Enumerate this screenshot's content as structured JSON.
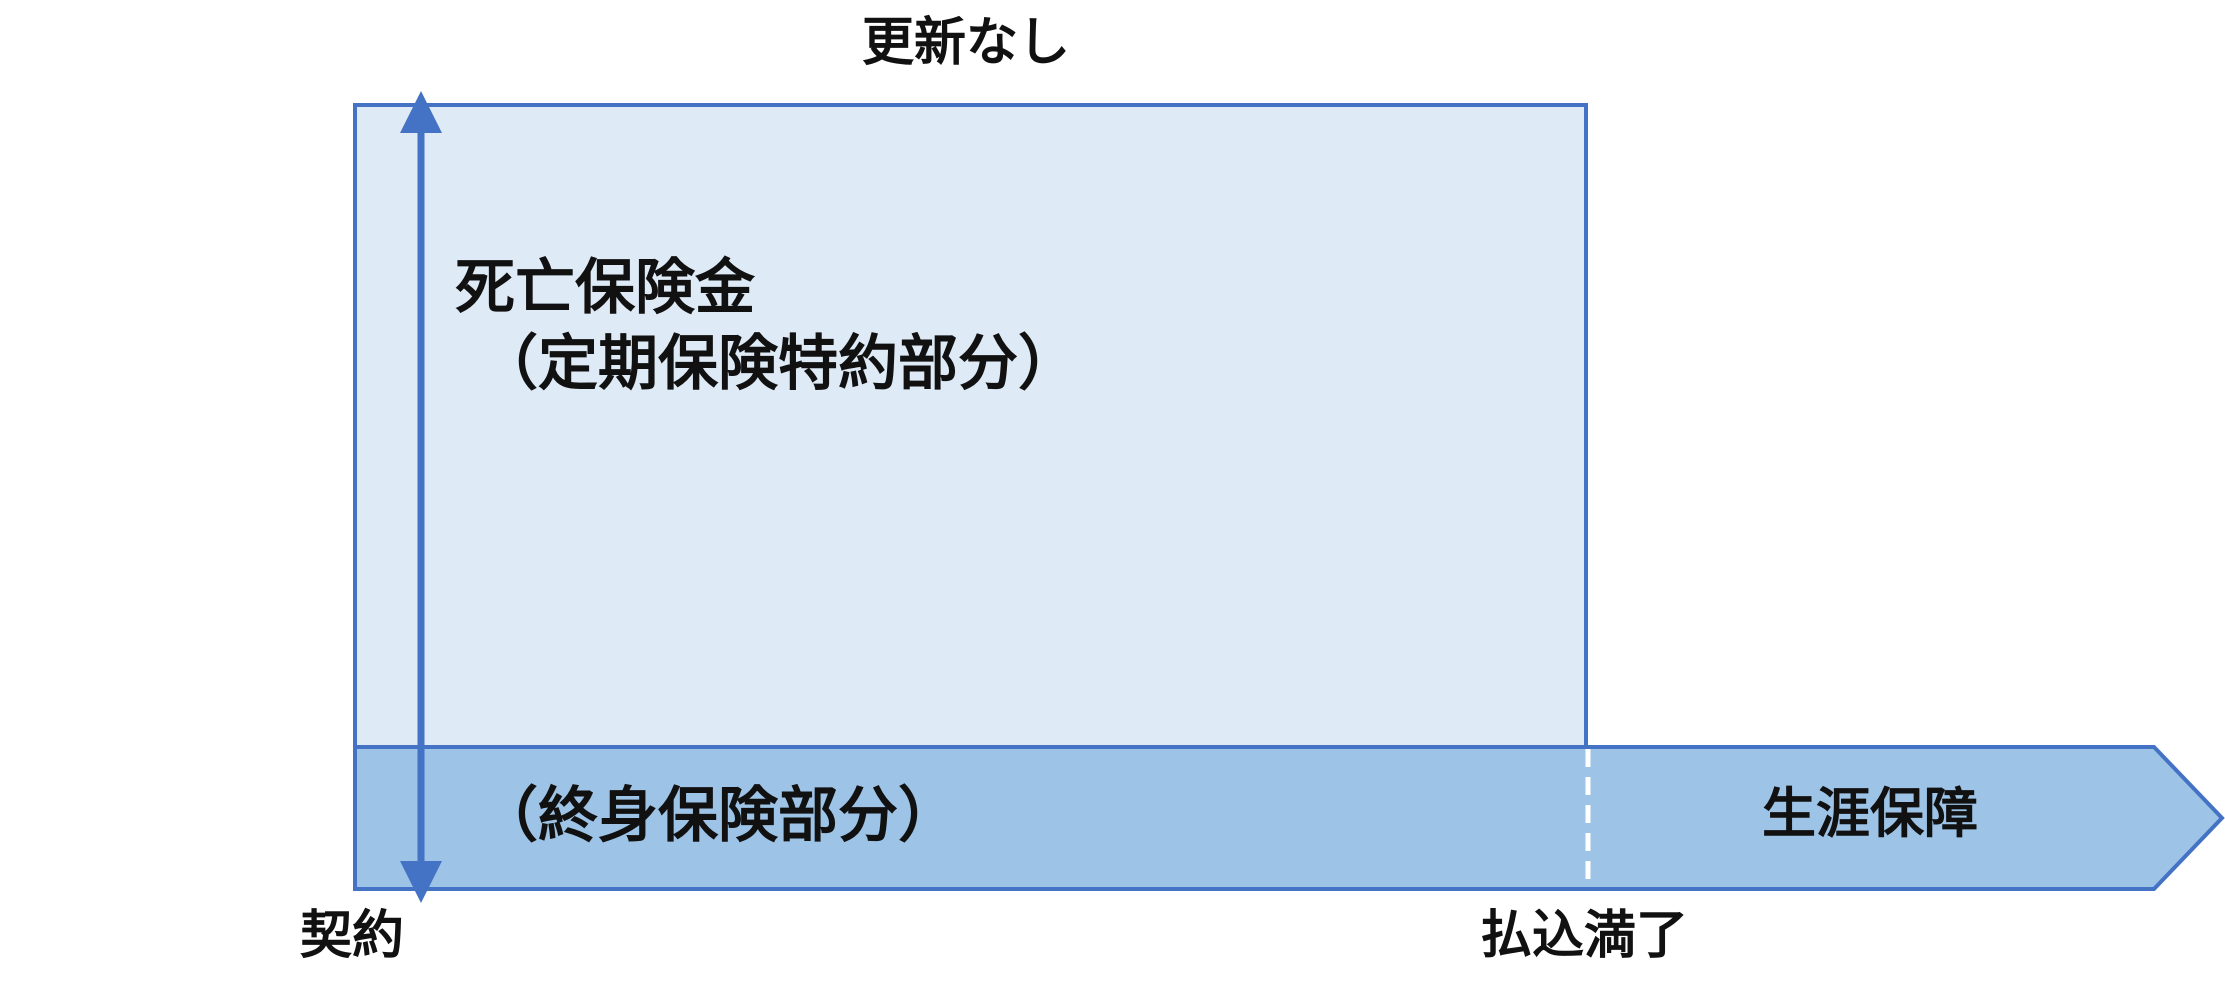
{
  "diagram": {
    "top_label": "更新なし",
    "death_benefit_label": "死亡保険金",
    "term_rider_label": "（定期保険特約部分）",
    "whole_life_label": "（終身保険部分）",
    "lifetime_coverage_label": "生涯保障",
    "contract_label": "契約",
    "payment_complete_label": "払込満了"
  },
  "colors": {
    "term_fill": "#deeaf6",
    "whole_life_fill": "#9dc3e6",
    "border": "#4472c4",
    "divider": "#ffffff",
    "text": "#111111"
  }
}
